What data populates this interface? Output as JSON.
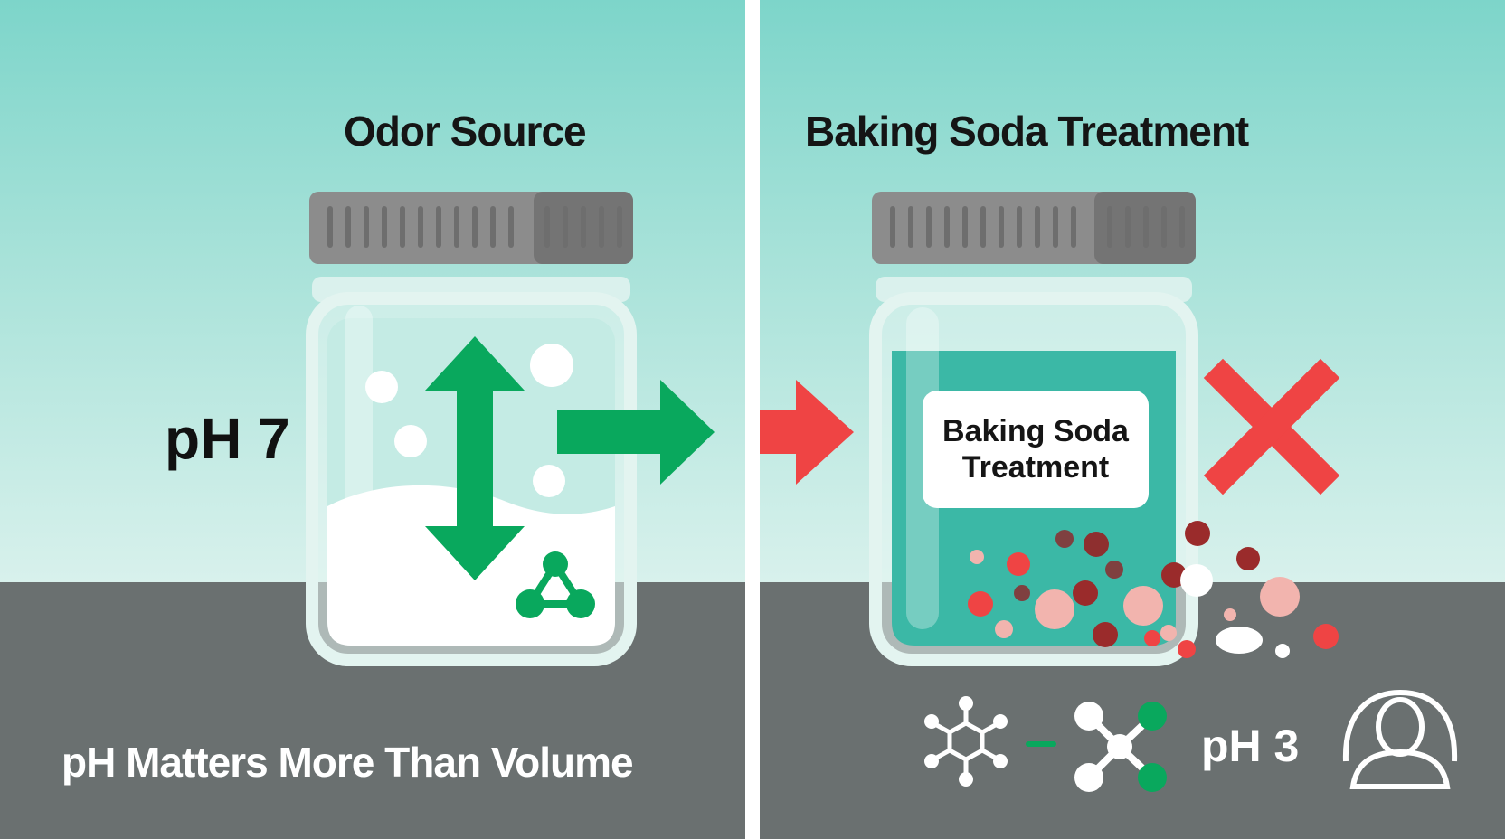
{
  "left_panel": {
    "title": "Odor Source",
    "ph_label": "pH 7",
    "footer": "pH Matters More Than Volume"
  },
  "right_panel": {
    "title": "Baking Soda Treatment",
    "jar_label": "Baking Soda Treatment",
    "ph_label": "pH 3"
  },
  "colors": {
    "sky_top": "#7dd5ca",
    "ground": "#6a7070",
    "green_arrow": "#09a85d",
    "red_arrow": "#ef4444",
    "teal_liquid": "#3bb8a6",
    "lid": "#8c8c8c"
  },
  "icons": [
    "double-arrow-icon",
    "molecule-icon",
    "right-arrow-icon",
    "cross-icon",
    "hexagon-molecule-icon",
    "person-icon"
  ]
}
